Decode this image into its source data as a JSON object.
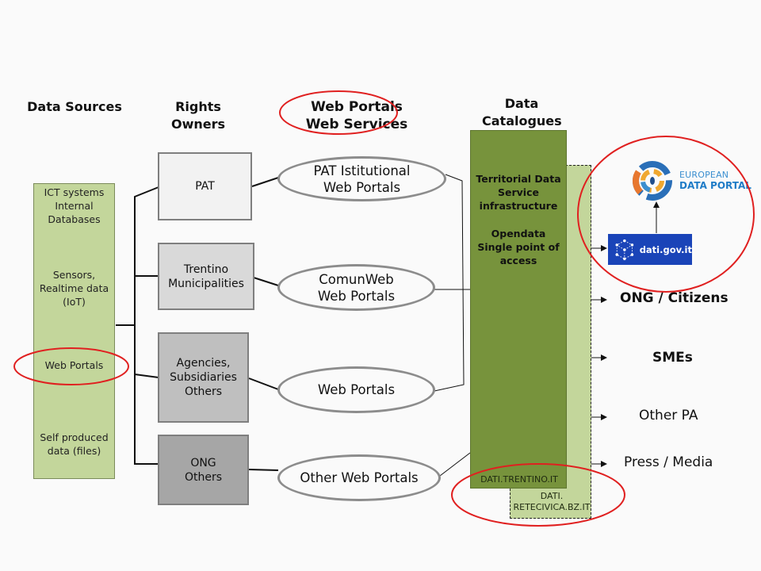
{
  "headers": {
    "data_sources": "Data Sources",
    "rights_owners": [
      "Rights",
      "Owners"
    ],
    "web_portals": [
      "Web Portals",
      "Web Services"
    ],
    "data_catalogues": [
      "Data",
      "Catalogues"
    ]
  },
  "data_sources": [
    {
      "lines": [
        "ICT systems",
        "Internal",
        "Databases"
      ]
    },
    {
      "lines": [
        "Sensors,",
        "Realtime data",
        "(IoT)"
      ]
    },
    {
      "lines": [
        "Web Portals"
      ],
      "highlighted": true
    },
    {
      "lines": [
        "Self produced",
        "data (files)"
      ]
    }
  ],
  "rights_owners": [
    {
      "lines": [
        "PAT"
      ],
      "fill": "#f2f2f2"
    },
    {
      "lines": [
        "Trentino",
        "Municipalities"
      ],
      "fill": "#d9d9d9"
    },
    {
      "lines": [
        "Agencies,",
        "Subsidiaries",
        "Others"
      ],
      "fill": "#bfbfbf"
    },
    {
      "lines": [
        "ONG",
        "Others"
      ],
      "fill": "#a6a6a6"
    }
  ],
  "web_portals": [
    {
      "lines": [
        "PAT Istitutional",
        "Web Portals"
      ]
    },
    {
      "lines": [
        "ComunWeb",
        "Web Portals"
      ]
    },
    {
      "lines": [
        "Web Portals"
      ]
    },
    {
      "lines": [
        "Other Web Portals"
      ]
    }
  ],
  "catalogue": {
    "block1": [
      "Territorial Data",
      "Service",
      "infrastructure"
    ],
    "block2": [
      "Opendata",
      "Single point of",
      "access"
    ],
    "primary_url": "DATI.TRENTINO.IT",
    "secondary_url": [
      "DATI.",
      "RETECIVICA.BZ.IT"
    ]
  },
  "national": {
    "dati_gov": "dati.gov.it",
    "edp_line1": "EUROPEAN",
    "edp_line2": "DATA PORTAL"
  },
  "targets": [
    {
      "label": "ONG / Citizens",
      "bold": true
    },
    {
      "label": "SMEs",
      "bold": true
    },
    {
      "label": "Other PA",
      "bold": false
    },
    {
      "label": "Press / Media",
      "bold": false
    }
  ],
  "colors": {
    "highlight": "#e02020",
    "source_green": "#c3d69b",
    "catalogue_green": "#77933c",
    "dati_gov_blue": "#1a44b8",
    "edp_blue": "#1f7cc7",
    "edp_orange": "#e8772e"
  }
}
